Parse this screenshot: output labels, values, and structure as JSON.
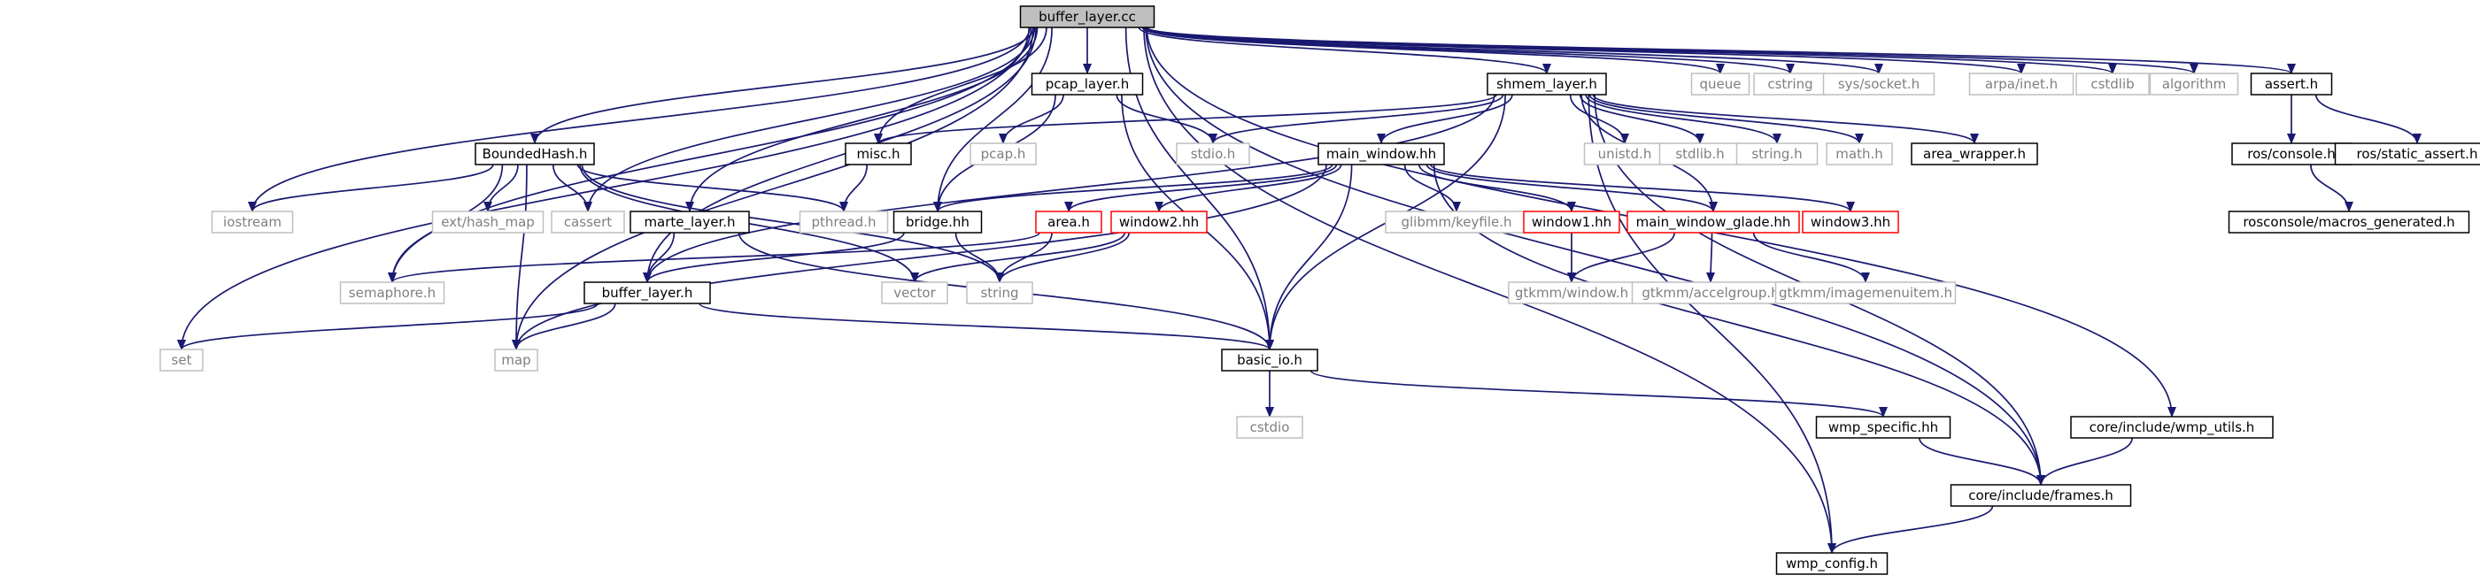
{
  "graph": {
    "root": "buffer_layer.cc",
    "colors": {
      "edge": "#191970",
      "root_fill": "#bfbfbf",
      "root_border": "#000000",
      "documented_border": "#000000",
      "undocumented_border": "#ff0000",
      "external_border": "#bfbfbf",
      "external_text": "#7f7f7f",
      "text": "#000000"
    },
    "nodes": [
      {
        "id": "buffer_layer_cc",
        "label": "buffer_layer.cc",
        "kind": "root"
      },
      {
        "id": "pcap_layer_h",
        "label": "pcap_layer.h",
        "kind": "documented"
      },
      {
        "id": "shmem_layer_h",
        "label": "shmem_layer.h",
        "kind": "documented"
      },
      {
        "id": "queue",
        "label": "queue",
        "kind": "external"
      },
      {
        "id": "cstring",
        "label": "cstring",
        "kind": "external"
      },
      {
        "id": "sys_socket_h",
        "label": "sys/socket.h",
        "kind": "external"
      },
      {
        "id": "arpa_inet_h",
        "label": "arpa/inet.h",
        "kind": "external"
      },
      {
        "id": "cstdlib",
        "label": "cstdlib",
        "kind": "external"
      },
      {
        "id": "algorithm",
        "label": "algorithm",
        "kind": "external"
      },
      {
        "id": "assert_h",
        "label": "assert.h",
        "kind": "documented"
      },
      {
        "id": "misc_h",
        "label": "misc.h",
        "kind": "documented"
      },
      {
        "id": "pcap_h",
        "label": "pcap.h",
        "kind": "external"
      },
      {
        "id": "stdio_h",
        "label": "stdio.h",
        "kind": "external"
      },
      {
        "id": "BoundedHash_h",
        "label": "BoundedHash.h",
        "kind": "documented"
      },
      {
        "id": "main_window_hh",
        "label": "main_window.hh",
        "kind": "documented"
      },
      {
        "id": "unistd_h",
        "label": "unistd.h",
        "kind": "external"
      },
      {
        "id": "stdlib_h",
        "label": "stdlib.h",
        "kind": "external"
      },
      {
        "id": "string_h",
        "label": "string.h",
        "kind": "external"
      },
      {
        "id": "math_h",
        "label": "math.h",
        "kind": "external"
      },
      {
        "id": "area_wrapper_h",
        "label": "area_wrapper.h",
        "kind": "documented"
      },
      {
        "id": "ros_console_h",
        "label": "ros/console.h",
        "kind": "documented"
      },
      {
        "id": "ros_static_assert_h",
        "label": "ros/static_assert.h",
        "kind": "documented"
      },
      {
        "id": "rosconsole_macros_generated_h",
        "label": "rosconsole/macros_generated.h",
        "kind": "documented"
      },
      {
        "id": "iostream",
        "label": "iostream",
        "kind": "external"
      },
      {
        "id": "ext_hash_map",
        "label": "ext/hash_map",
        "kind": "external"
      },
      {
        "id": "cassert",
        "label": "cassert",
        "kind": "external"
      },
      {
        "id": "marte_layer_h",
        "label": "marte_layer.h",
        "kind": "documented"
      },
      {
        "id": "pthread_h",
        "label": "pthread.h",
        "kind": "external"
      },
      {
        "id": "bridge_hh",
        "label": "bridge.hh",
        "kind": "documented"
      },
      {
        "id": "area_h",
        "label": "area.h",
        "kind": "undocumented"
      },
      {
        "id": "window2_hh",
        "label": "window2.hh",
        "kind": "undocumented"
      },
      {
        "id": "glibmm_keyfile_h",
        "label": "glibmm/keyfile.h",
        "kind": "external"
      },
      {
        "id": "window1_hh",
        "label": "window1.hh",
        "kind": "undocumented"
      },
      {
        "id": "main_window_glade_hh",
        "label": "main_window_glade.hh",
        "kind": "undocumented"
      },
      {
        "id": "window3_hh",
        "label": "window3.hh",
        "kind": "undocumented"
      },
      {
        "id": "semaphore_h",
        "label": "semaphore.h",
        "kind": "external"
      },
      {
        "id": "buffer_layer_h",
        "label": "buffer_layer.h",
        "kind": "documented"
      },
      {
        "id": "vector",
        "label": "vector",
        "kind": "external"
      },
      {
        "id": "string",
        "label": "string",
        "kind": "external"
      },
      {
        "id": "gtkmm_window_h",
        "label": "gtkmm/window.h",
        "kind": "external"
      },
      {
        "id": "gtkmm_accelgroup_h",
        "label": "gtkmm/accelgroup.h",
        "kind": "external"
      },
      {
        "id": "gtkmm_imagemenuitem_h",
        "label": "gtkmm/imagemenuitem.h",
        "kind": "external"
      },
      {
        "id": "set",
        "label": "set",
        "kind": "external"
      },
      {
        "id": "map",
        "label": "map",
        "kind": "external"
      },
      {
        "id": "basic_io_h",
        "label": "basic_io.h",
        "kind": "documented"
      },
      {
        "id": "cstdio",
        "label": "cstdio",
        "kind": "external"
      },
      {
        "id": "wmp_specific_hh",
        "label": "wmp_specific.hh",
        "kind": "documented"
      },
      {
        "id": "core_include_wmp_utils_h",
        "label": "core/include/wmp_utils.h",
        "kind": "documented"
      },
      {
        "id": "core_include_frames_h",
        "label": "core/include/frames.h",
        "kind": "documented"
      },
      {
        "id": "wmp_config_h",
        "label": "wmp_config.h",
        "kind": "documented"
      }
    ],
    "edges": [
      [
        "buffer_layer_cc",
        "pcap_layer_h"
      ],
      [
        "buffer_layer_cc",
        "shmem_layer_h"
      ],
      [
        "buffer_layer_cc",
        "queue"
      ],
      [
        "buffer_layer_cc",
        "cstring"
      ],
      [
        "buffer_layer_cc",
        "sys_socket_h"
      ],
      [
        "buffer_layer_cc",
        "arpa_inet_h"
      ],
      [
        "buffer_layer_cc",
        "cstdlib"
      ],
      [
        "buffer_layer_cc",
        "algorithm"
      ],
      [
        "buffer_layer_cc",
        "assert_h"
      ],
      [
        "buffer_layer_cc",
        "misc_h"
      ],
      [
        "buffer_layer_cc",
        "BoundedHash_h"
      ],
      [
        "buffer_layer_cc",
        "iostream"
      ],
      [
        "buffer_layer_cc",
        "cassert"
      ],
      [
        "buffer_layer_cc",
        "marte_layer_h"
      ],
      [
        "buffer_layer_cc",
        "bridge_hh"
      ],
      [
        "buffer_layer_cc",
        "semaphore_h"
      ],
      [
        "buffer_layer_cc",
        "buffer_layer_h"
      ],
      [
        "buffer_layer_cc",
        "set"
      ],
      [
        "buffer_layer_cc",
        "map"
      ],
      [
        "buffer_layer_cc",
        "basic_io_h"
      ],
      [
        "buffer_layer_cc",
        "core_include_frames_h"
      ],
      [
        "buffer_layer_cc",
        "core_include_wmp_utils_h"
      ],
      [
        "buffer_layer_cc",
        "wmp_config_h"
      ],
      [
        "pcap_layer_h",
        "pcap_h"
      ],
      [
        "pcap_layer_h",
        "stdio_h"
      ],
      [
        "pcap_layer_h",
        "bridge_hh"
      ],
      [
        "pcap_layer_h",
        "basic_io_h"
      ],
      [
        "shmem_layer_h",
        "misc_h"
      ],
      [
        "shmem_layer_h",
        "stdio_h"
      ],
      [
        "shmem_layer_h",
        "main_window_hh"
      ],
      [
        "shmem_layer_h",
        "unistd_h"
      ],
      [
        "shmem_layer_h",
        "stdlib_h"
      ],
      [
        "shmem_layer_h",
        "string_h"
      ],
      [
        "shmem_layer_h",
        "math_h"
      ],
      [
        "shmem_layer_h",
        "area_wrapper_h"
      ],
      [
        "shmem_layer_h",
        "main_window_glade_hh"
      ],
      [
        "shmem_layer_h",
        "buffer_layer_h"
      ],
      [
        "shmem_layer_h",
        "core_include_frames_h"
      ],
      [
        "shmem_layer_h",
        "basic_io_h"
      ],
      [
        "shmem_layer_h",
        "wmp_config_h"
      ],
      [
        "assert_h",
        "ros_console_h"
      ],
      [
        "assert_h",
        "ros_static_assert_h"
      ],
      [
        "ros_console_h",
        "rosconsole_macros_generated_h"
      ],
      [
        "misc_h",
        "pthread_h"
      ],
      [
        "BoundedHash_h",
        "iostream"
      ],
      [
        "BoundedHash_h",
        "ext_hash_map"
      ],
      [
        "BoundedHash_h",
        "cassert"
      ],
      [
        "BoundedHash_h",
        "pthread_h"
      ],
      [
        "BoundedHash_h",
        "semaphore_h"
      ],
      [
        "BoundedHash_h",
        "vector"
      ],
      [
        "BoundedHash_h",
        "string"
      ],
      [
        "BoundedHash_h",
        "map"
      ],
      [
        "main_window_hh",
        "bridge_hh"
      ],
      [
        "main_window_hh",
        "area_h"
      ],
      [
        "main_window_hh",
        "window2_hh"
      ],
      [
        "main_window_hh",
        "glibmm_keyfile_h"
      ],
      [
        "main_window_hh",
        "window1_hh"
      ],
      [
        "main_window_hh",
        "main_window_glade_hh"
      ],
      [
        "main_window_hh",
        "window3_hh"
      ],
      [
        "main_window_hh",
        "basic_io_h"
      ],
      [
        "main_window_hh",
        "map"
      ],
      [
        "main_window_hh",
        "core_include_frames_h"
      ],
      [
        "marte_layer_h",
        "buffer_layer_h"
      ],
      [
        "marte_layer_h",
        "basic_io_h"
      ],
      [
        "bridge_hh",
        "buffer_layer_h"
      ],
      [
        "bridge_hh",
        "string"
      ],
      [
        "area_h",
        "semaphore_h"
      ],
      [
        "area_h",
        "string"
      ],
      [
        "window2_hh",
        "vector"
      ],
      [
        "window2_hh",
        "string"
      ],
      [
        "window1_hh",
        "gtkmm_window_h"
      ],
      [
        "main_window_glade_hh",
        "gtkmm_window_h"
      ],
      [
        "main_window_glade_hh",
        "gtkmm_accelgroup_h"
      ],
      [
        "main_window_glade_hh",
        "gtkmm_imagemenuitem_h"
      ],
      [
        "buffer_layer_h",
        "set"
      ],
      [
        "buffer_layer_h",
        "map"
      ],
      [
        "buffer_layer_h",
        "basic_io_h"
      ],
      [
        "basic_io_h",
        "cstdio"
      ],
      [
        "basic_io_h",
        "wmp_specific_hh"
      ],
      [
        "wmp_specific_hh",
        "core_include_frames_h"
      ],
      [
        "core_include_wmp_utils_h",
        "core_include_frames_h"
      ],
      [
        "core_include_frames_h",
        "wmp_config_h"
      ]
    ]
  }
}
